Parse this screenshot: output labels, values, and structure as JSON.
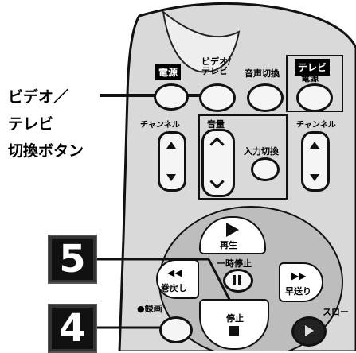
{
  "callout": {
    "line1": "ビデオ／",
    "line2": "テレビ",
    "line3": "切換ボタン"
  },
  "steps": {
    "five": "5",
    "four": "4"
  },
  "remote": {
    "power": "電源",
    "video_tv": "ビデオ/\nテレビ",
    "audio_switch": "音声切換",
    "tv_section": "テレビ",
    "tv_power": "電源",
    "channel_left": "チャンネル",
    "volume": "音量",
    "channel_right": "チャンネル",
    "input_switch": "入力切換",
    "play": "再生",
    "pause": "一時停止",
    "rewind": "巻戻し",
    "fast_forward": "早送り",
    "stop": "停止",
    "record": "●録画",
    "slow": "スロー"
  }
}
